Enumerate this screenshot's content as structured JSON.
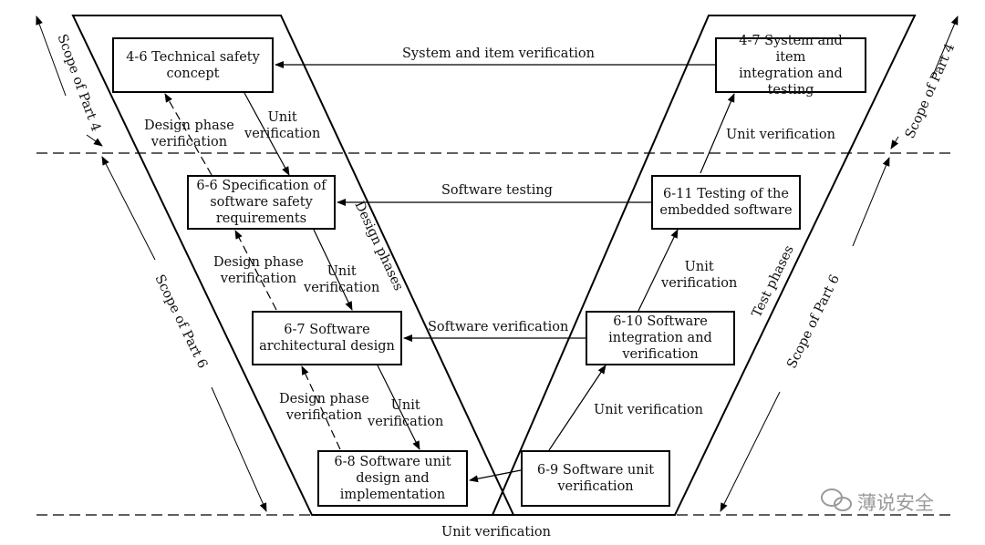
{
  "boxes": {
    "tech_safety": "4-6 Technical safety\nconcept",
    "sys_integration": "4-7 System and item\nintegration and testing",
    "sw_safety_req": "6-6 Specification of\nsoftware safety\nrequirements",
    "embedded_testing": "6-11 Testing of the\nembedded software",
    "sw_arch": "6-7 Software\narchitectural design",
    "sw_integration": "6-10 Software\nintegration and\nverification",
    "sw_unit_design": "6-8 Software unit\ndesign and\nimplementation",
    "sw_unit_verif": "6-9 Software unit\nverification"
  },
  "labels": {
    "system_item_verification": "System and item verification",
    "software_testing": "Software testing",
    "software_verification": "Software verification",
    "unit_verification_bottom": "Unit verification",
    "design_phase_1": "Design phase\nverification",
    "design_phase_2": "Design phase\nverification",
    "design_phase_3": "Design phase\nverification",
    "unit_verif_left_1": "Unit\nverification",
    "unit_verif_left_2": "Unit\nverification",
    "unit_verif_left_3": "Unit\nverification",
    "unit_verif_right_1": "Unit verification",
    "unit_verif_right_2": "Unit\nverification",
    "unit_verif_right_3": "Unit verification",
    "design_phases": "Design phases",
    "test_phases": "Test phases"
  },
  "scopes": {
    "left_part4": "Scope of Part 4",
    "left_part6": "Scope of Part 6",
    "right_part4": "Scope of Part 4",
    "right_part6": "Scope of Part 6"
  },
  "watermark": "薄说安全"
}
